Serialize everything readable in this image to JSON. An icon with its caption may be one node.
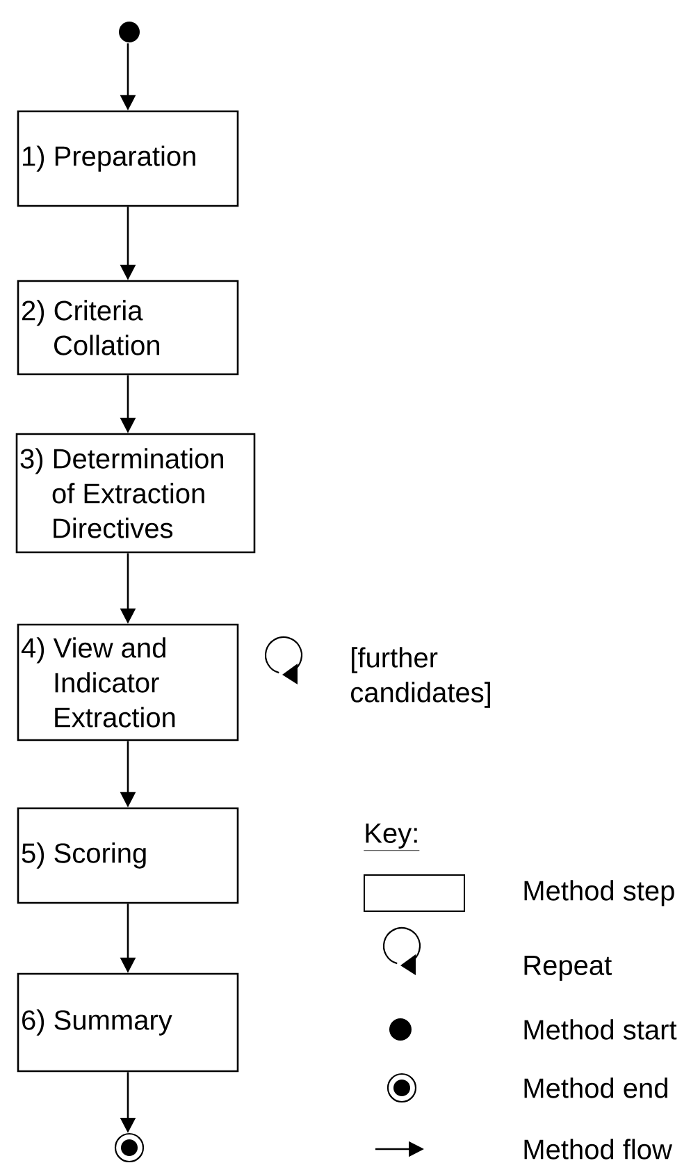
{
  "diagram": {
    "nodes": [
      {
        "text": [],
        "shape": "circle"
      },
      {
        "text": [
          "1) Preparation"
        ]
      },
      {
        "text": [
          "2) Criteria Collation"
        ]
      },
      {
        "text": [
          "3) Determination of Extraction Directives"
        ]
      },
      {
        "text": [
          "4) View and Indicator Extraction"
        ]
      },
      {
        "text": [
          "5) Scoring"
        ]
      },
      {
        "text": [
          "6) Summary"
        ]
      },
      {
        "text": [],
        "shape": "circle"
      }
    ],
    "edges": [
      {
        "from": 0,
        "to": 1,
        "arrow": "to"
      },
      {
        "from": 1,
        "to": 2,
        "arrow": "to"
      },
      {
        "from": 2,
        "to": 3,
        "arrow": "to"
      },
      {
        "from": 3,
        "to": 4,
        "arrow": "to"
      },
      {
        "from": 4,
        "to": 5,
        "arrow": "to"
      },
      {
        "from": 5,
        "to": 6,
        "arrow": "to"
      },
      {
        "from": 6,
        "to": 7,
        "arrow": "to"
      },
      {
        "from": 4,
        "to": 4,
        "arrow": "to",
        "label": "[further candidates]"
      }
    ],
    "labels": [
      "Key:"
    ],
    "legend": [
      {
        "text": "Method step"
      },
      {
        "text": "Repeat"
      },
      {
        "text": "Method start"
      },
      {
        "text": "Method end"
      },
      {
        "text": "Method flow"
      }
    ]
  }
}
